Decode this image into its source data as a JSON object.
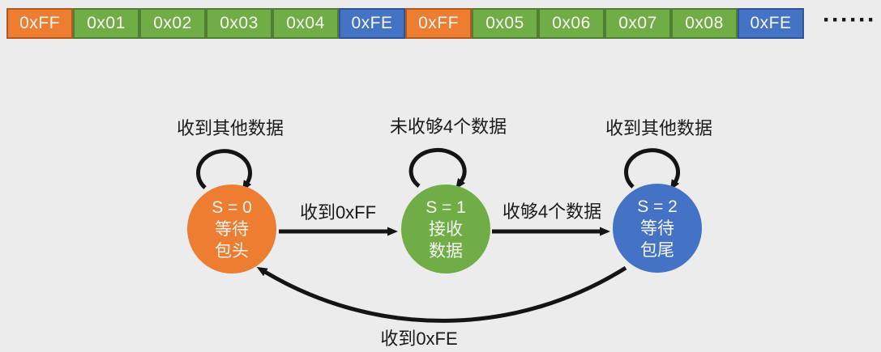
{
  "byte_strip": {
    "cells": [
      {
        "label": "0xFF",
        "type": "header"
      },
      {
        "label": "0x01",
        "type": "data"
      },
      {
        "label": "0x02",
        "type": "data"
      },
      {
        "label": "0x03",
        "type": "data"
      },
      {
        "label": "0x04",
        "type": "data"
      },
      {
        "label": "0xFE",
        "type": "tail"
      },
      {
        "label": "0xFF",
        "type": "header"
      },
      {
        "label": "0x05",
        "type": "data"
      },
      {
        "label": "0x06",
        "type": "data"
      },
      {
        "label": "0x07",
        "type": "data"
      },
      {
        "label": "0x08",
        "type": "data"
      },
      {
        "label": "0xFE",
        "type": "tail"
      }
    ],
    "ellipsis": "······",
    "colors": {
      "header": {
        "fill": "#ED7D31",
        "border": "#AE5A21"
      },
      "data": {
        "fill": "#70AD47",
        "border": "#507E32"
      },
      "tail": {
        "fill": "#4472C4",
        "border": "#2F5597"
      }
    }
  },
  "diagram": {
    "states": [
      {
        "id": "S0",
        "lines": [
          "S = 0",
          "等待",
          "包头"
        ],
        "color": "#ED7D31"
      },
      {
        "id": "S1",
        "lines": [
          "S = 1",
          "接收",
          "数据"
        ],
        "color": "#70AD47"
      },
      {
        "id": "S2",
        "lines": [
          "S = 2",
          "等待",
          "包尾"
        ],
        "color": "#4472C4"
      }
    ],
    "transitions": {
      "s0_self": "收到其他数据",
      "s1_self": "未收够4个数据",
      "s2_self": "收到其他数据",
      "s0_to_s1": "收到0xFF",
      "s1_to_s2": "收够4个数据",
      "s2_to_s0": "收到0xFE"
    }
  },
  "colors": {
    "background": "#ECECEC",
    "arrow": "#141414"
  }
}
